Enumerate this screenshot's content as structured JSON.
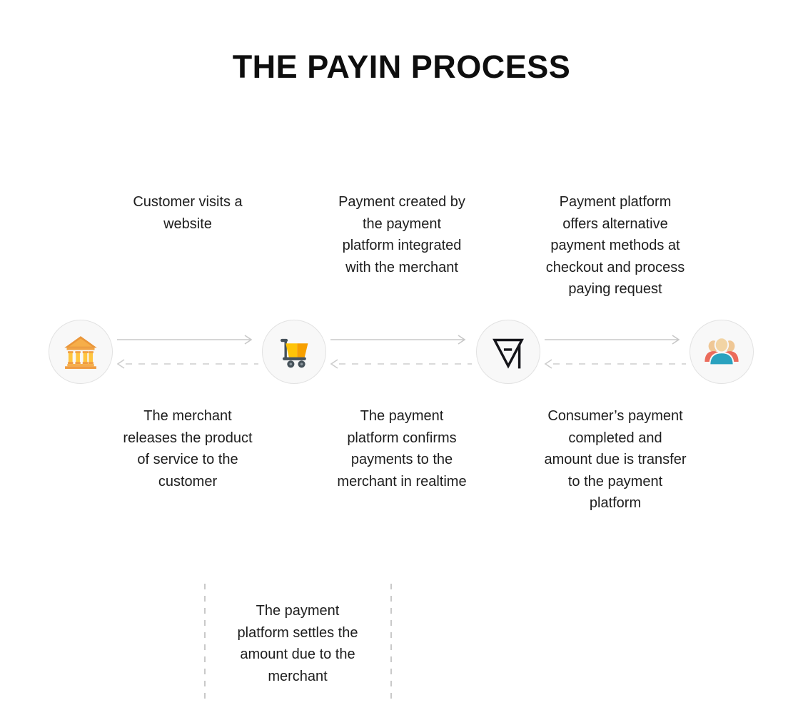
{
  "title": "THE PAYIN PROCESS",
  "nodes": [
    {
      "name": "bank",
      "icon": "bank-icon"
    },
    {
      "name": "shopping-cart",
      "icon": "shopping-cart-icon"
    },
    {
      "name": "payment-platform",
      "icon": "payment-platform-logo-icon"
    },
    {
      "name": "consumers",
      "icon": "users-icon"
    }
  ],
  "segments": [
    {
      "top_label": "Customer visits a\nwebsite",
      "bottom_label": "The merchant\nreleases the product\nof service to the\ncustomer"
    },
    {
      "top_label": "Payment created by\nthe payment\nplatform integrated\nwith the merchant",
      "bottom_label": "The payment\nplatform confirms\npayments to the\nmerchant in realtime"
    },
    {
      "top_label": "Payment platform\noffers alternative\npayment methods at\ncheckout and process\npaying request",
      "bottom_label": "Consumer’s payment\ncompleted and\namount due is transfer\nto the payment\nplatform"
    }
  ],
  "settlement_note": "The payment\nplatform settles the\namount due to the\nmerchant",
  "colors": {
    "background": "#ffffff",
    "text": "#1d1d1d",
    "circle_fill": "#f8f8f8",
    "circle_border": "#e2e2e2",
    "arrow_solid": "#c8c8c8",
    "arrow_dashed": "#cdcdcd",
    "bank_orange": "#EF9C41",
    "bank_yellow": "#FFC53F",
    "cart_yellow": "#FFC408",
    "cart_orange": "#F7A000",
    "cart_dark": "#46525A",
    "people_skin": "#F2D4A4",
    "people_back": "#EB6C5C",
    "people_front": "#2AA2BF",
    "logo_black": "#15151a"
  }
}
